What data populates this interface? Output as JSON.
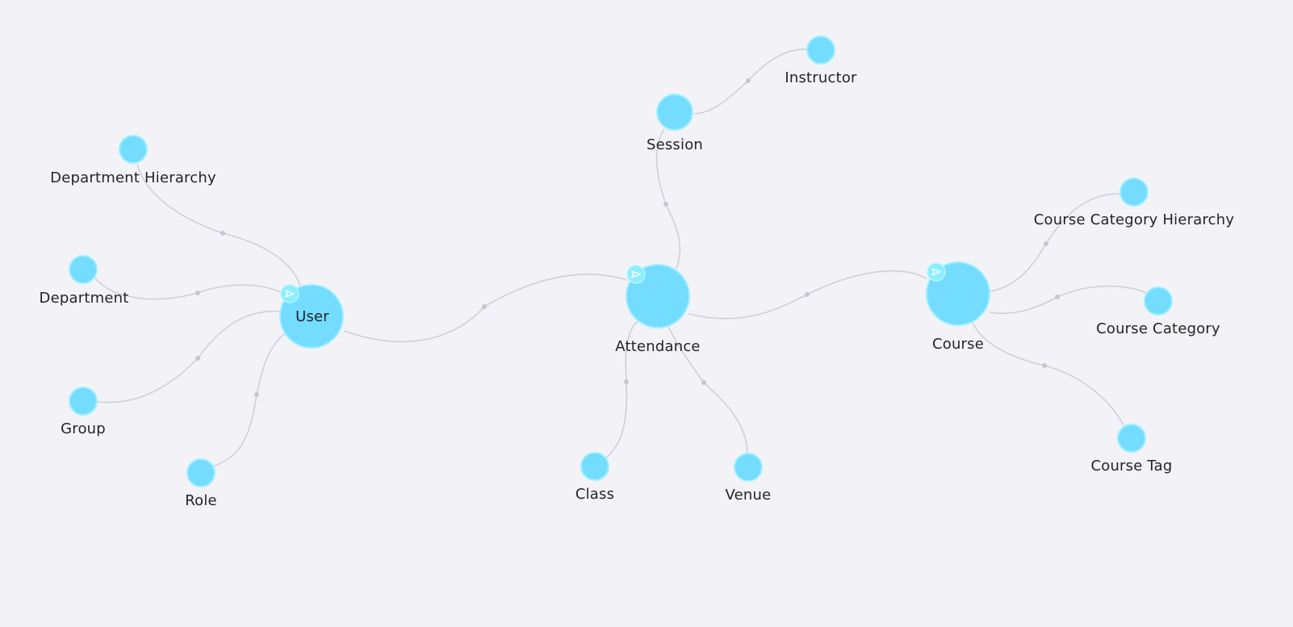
{
  "diagram": {
    "background_color": "#f3f3f7",
    "node_color": "#74dcff",
    "edge_color": "#cfcfd6",
    "nodes": [
      {
        "id": "user",
        "label": "User",
        "expanded_icon": "send-icon"
      },
      {
        "id": "attendance",
        "label": "Attendance",
        "expanded_icon": "send-icon"
      },
      {
        "id": "course",
        "label": "Course",
        "expanded_icon": "send-icon"
      },
      {
        "id": "department-hierarchy",
        "label": "Department Hierarchy"
      },
      {
        "id": "department",
        "label": "Department"
      },
      {
        "id": "group",
        "label": "Group"
      },
      {
        "id": "role",
        "label": "Role"
      },
      {
        "id": "session",
        "label": "Session"
      },
      {
        "id": "instructor",
        "label": "Instructor"
      },
      {
        "id": "class",
        "label": "Class"
      },
      {
        "id": "venue",
        "label": "Venue"
      },
      {
        "id": "course-category-hierarchy",
        "label": "Course Category Hierarchy"
      },
      {
        "id": "course-category",
        "label": "Course Category"
      },
      {
        "id": "course-tag",
        "label": "Course Tag"
      }
    ],
    "edges": [
      {
        "source": "user",
        "target": "attendance"
      },
      {
        "source": "attendance",
        "target": "course"
      },
      {
        "source": "user",
        "target": "department-hierarchy"
      },
      {
        "source": "user",
        "target": "department"
      },
      {
        "source": "user",
        "target": "group"
      },
      {
        "source": "user",
        "target": "role"
      },
      {
        "source": "attendance",
        "target": "session"
      },
      {
        "source": "session",
        "target": "instructor"
      },
      {
        "source": "attendance",
        "target": "class"
      },
      {
        "source": "attendance",
        "target": "venue"
      },
      {
        "source": "course",
        "target": "course-category-hierarchy"
      },
      {
        "source": "course",
        "target": "course-category"
      },
      {
        "source": "course",
        "target": "course-tag"
      }
    ]
  }
}
